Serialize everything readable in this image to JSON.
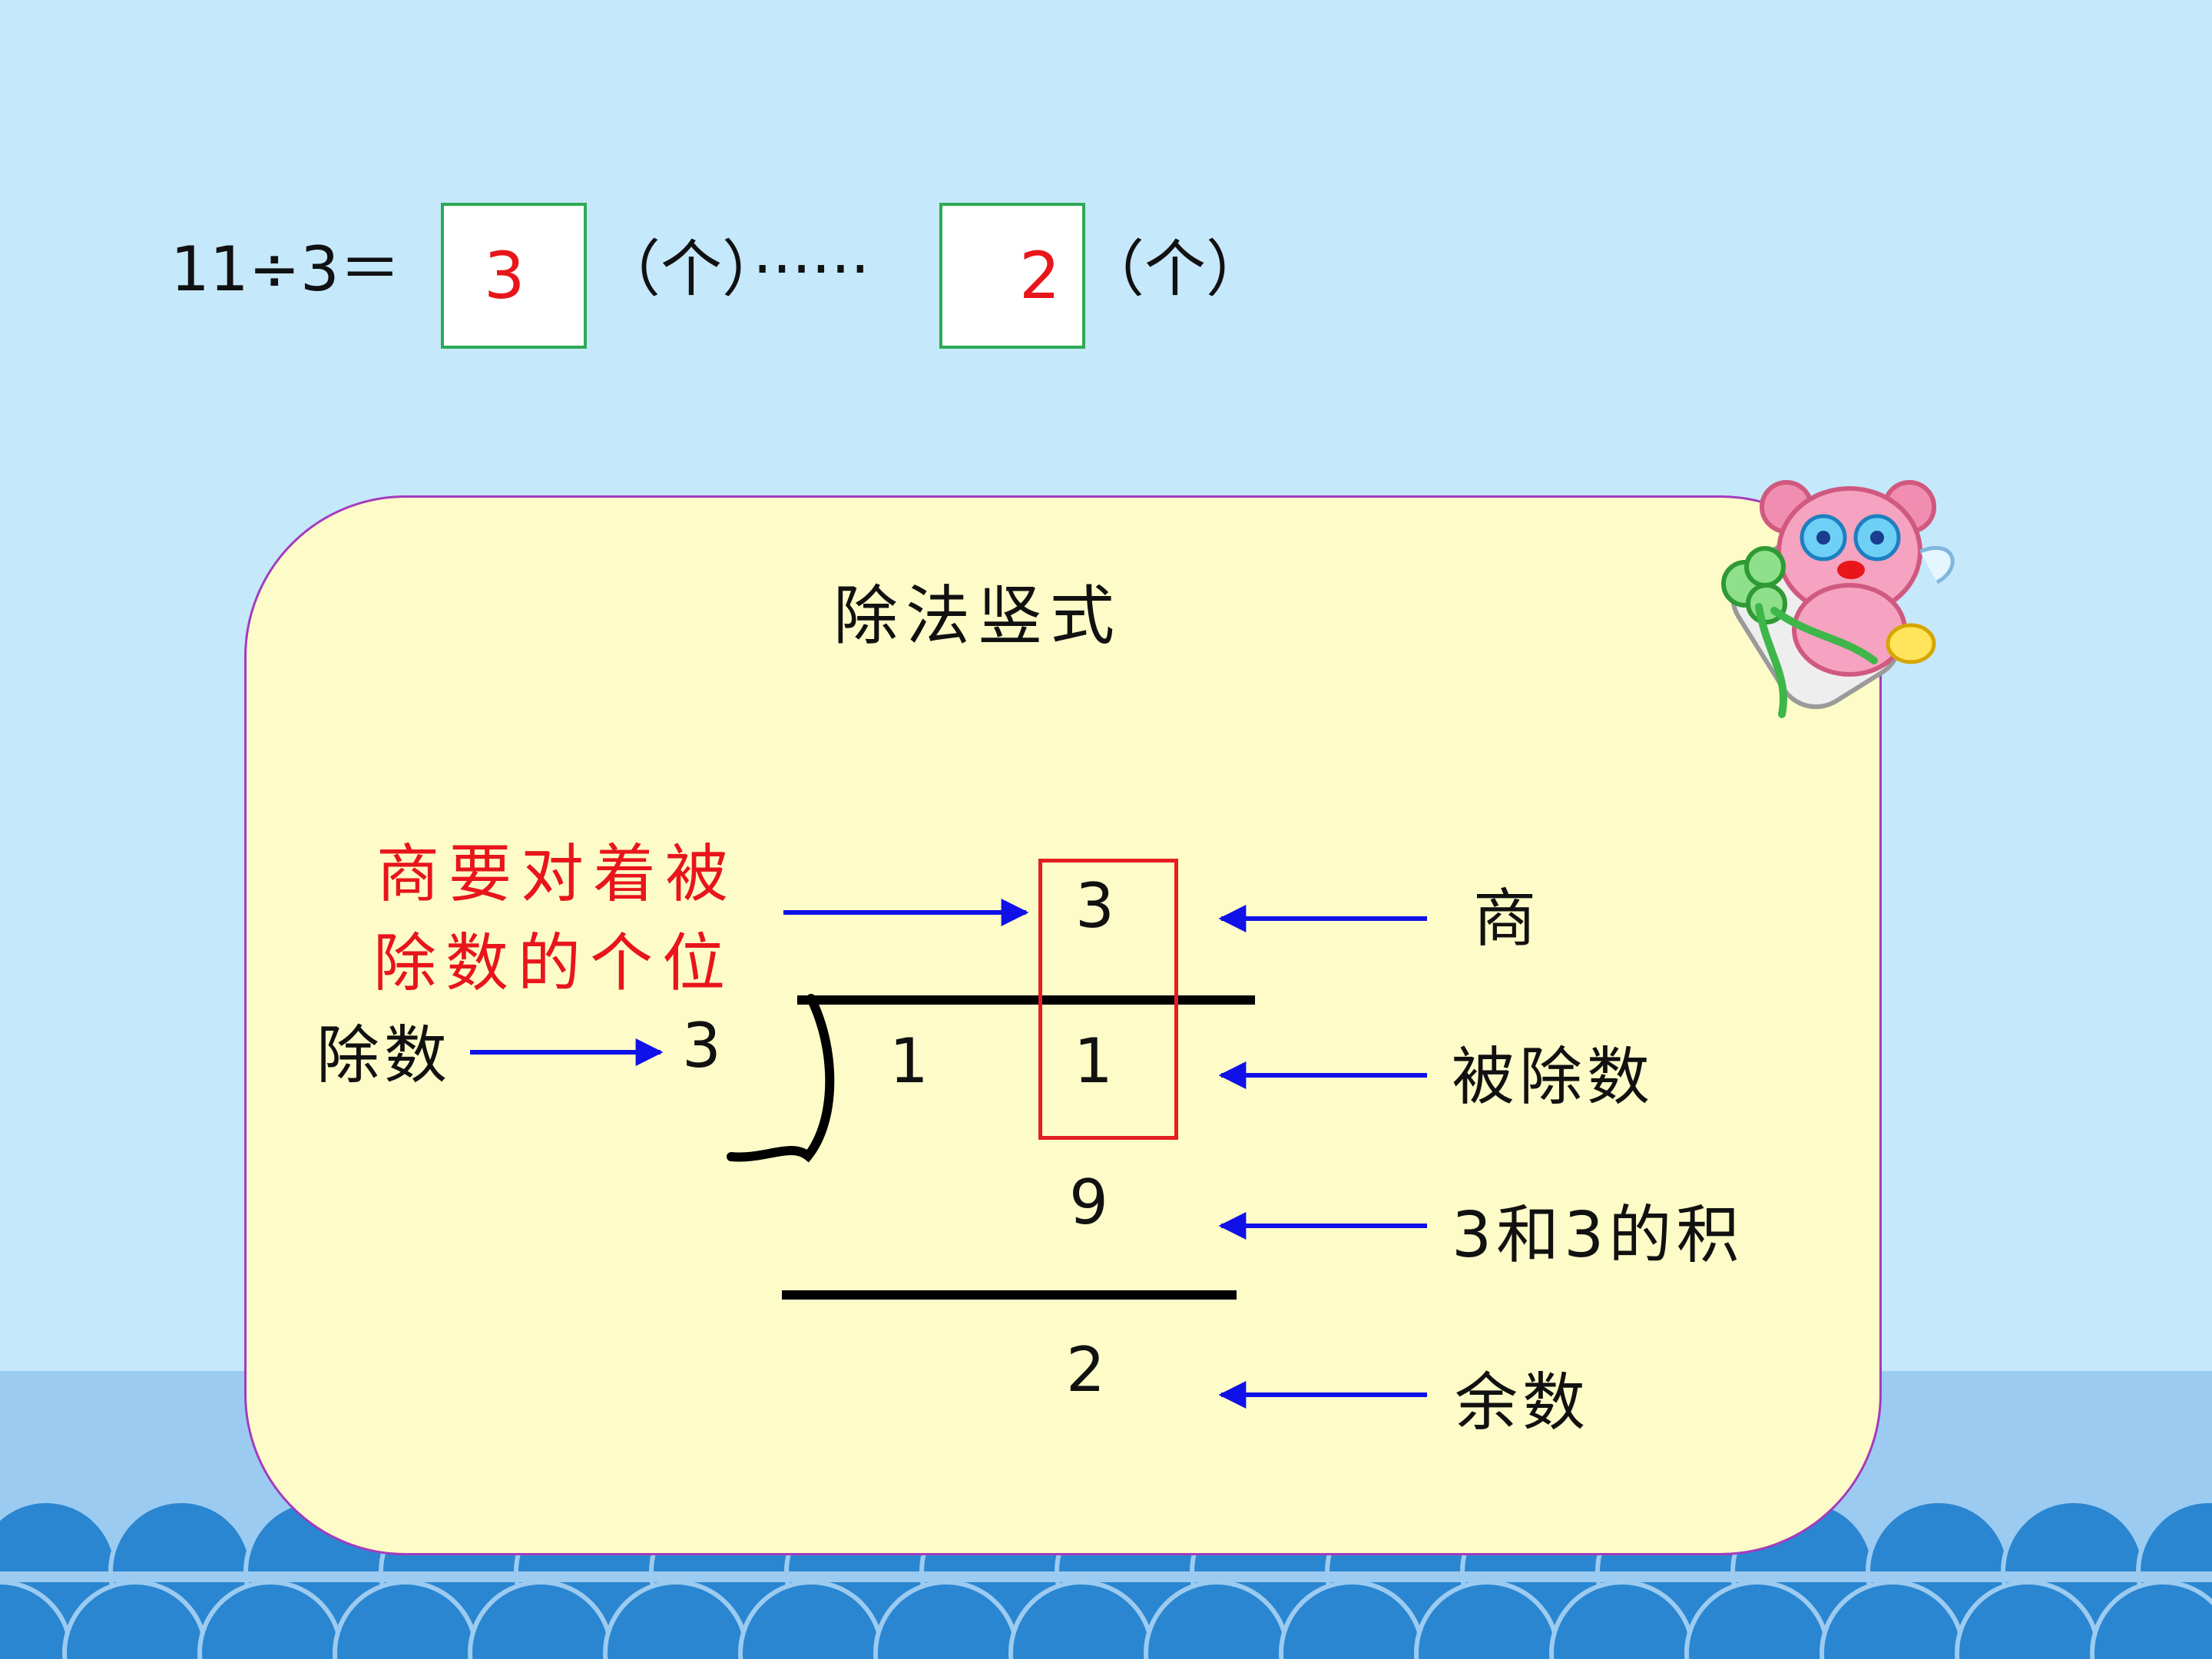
{
  "equation": {
    "left": "11÷3＝",
    "quotient": "3",
    "unit_1": "（个）······",
    "remainder": "2",
    "unit_2": "（个）"
  },
  "panel": {
    "title": "除法竖式",
    "hint_line_1": "商要对着被",
    "hint_line_2": "除数的个位",
    "divisor_label": "除数",
    "divisor": "3",
    "quotient_digit": "3",
    "dividend_tens": "1",
    "dividend_ones": "1",
    "product": "9",
    "remainder": "2",
    "labels": {
      "quotient": "商",
      "dividend": "被除数",
      "product": "3和3的积",
      "remainder": "余数"
    }
  },
  "colors": {
    "background": "#c5e8fb",
    "panel": "#fdfcc8",
    "panel_border": "#a43bbd",
    "answer_text": "#e8151b",
    "answer_box_border": "#2eaa55",
    "arrow": "#1010e8",
    "wave_dark": "#2a86d0",
    "wave_light": "#9ccbf1"
  },
  "icons": [
    "pink-bear-mascot-icon"
  ]
}
